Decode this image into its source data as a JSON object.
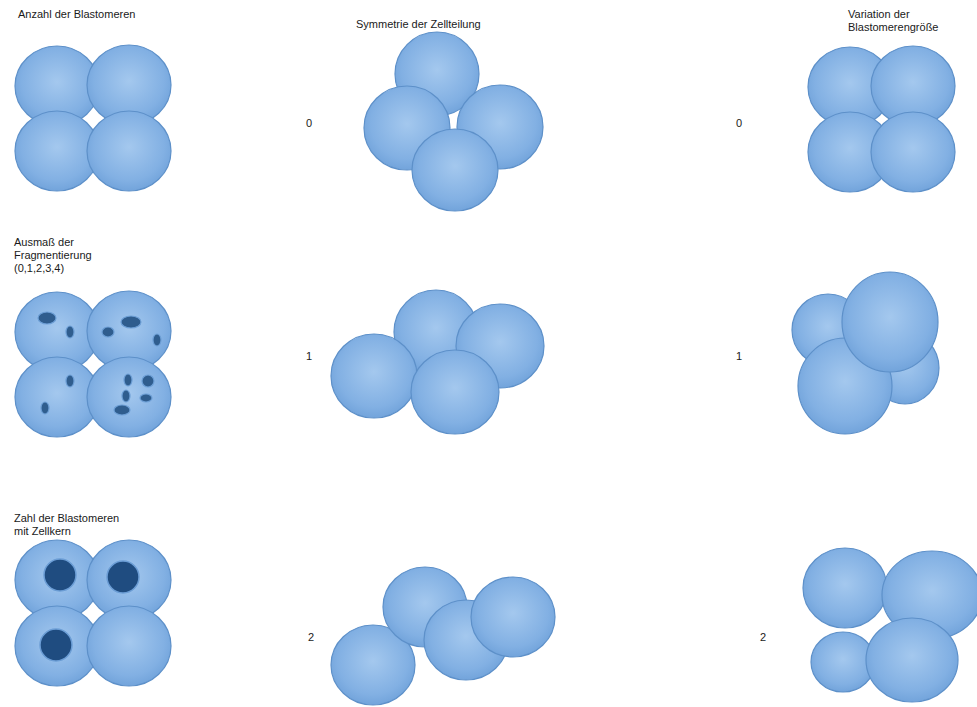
{
  "diagram": {
    "labels": [
      "Anzahl der Blastomeren",
      "Symmetrie der Zellteilung",
      "Variation der Blastomerengröße",
      "0",
      "0",
      "Ausmaß der Fragmentierung (0,1,2,3,4)",
      "1",
      "1",
      "Zahl der Blastomeren mit Zellkern",
      "2",
      "2"
    ]
  }
}
